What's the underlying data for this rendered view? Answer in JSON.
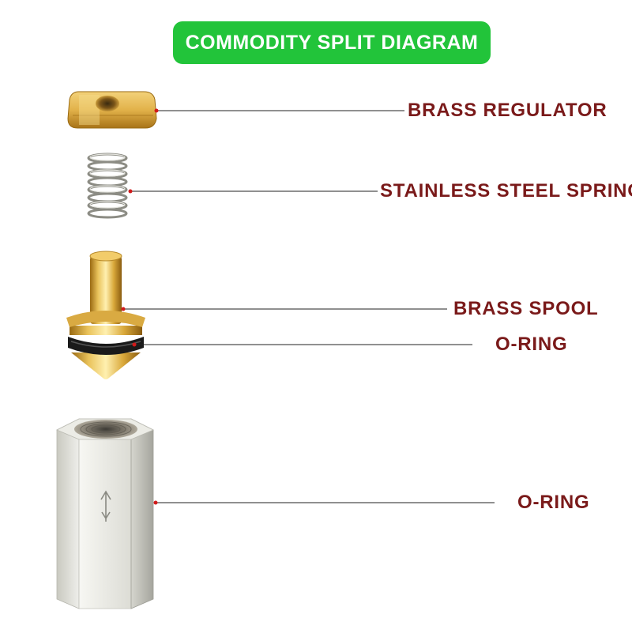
{
  "title": "COMMODITY SPLIT DIAGRAM",
  "colors": {
    "title_bg": "#22c43a",
    "label_text": "#7a1a1a",
    "leader_line": "#222222",
    "leader_dot": "#d11a1a"
  },
  "parts": [
    {
      "id": "regulator",
      "label": "BRASS REGULATOR"
    },
    {
      "id": "spring",
      "label": "STAINLESS STEEL SPRING"
    },
    {
      "id": "spool",
      "label": "BRASS SPOOL"
    },
    {
      "id": "oring",
      "label": "O-RING"
    },
    {
      "id": "body",
      "label": "O-RING"
    }
  ]
}
